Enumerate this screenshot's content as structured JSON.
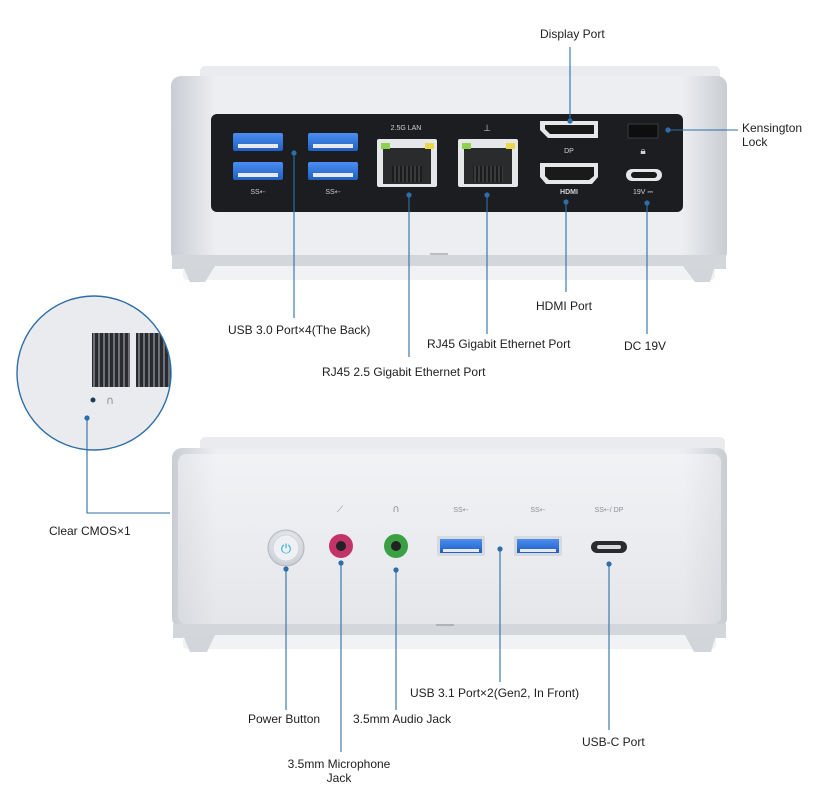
{
  "labels": {
    "display_port": "Display Port",
    "kensington_lock": "Kensington\nLock",
    "usb30_back": "USB 3.0 Port×4(The Back)",
    "rj45_25": "RJ45 2.5 Gigabit Ethernet Port",
    "rj45_gigabit": "RJ45 Gigabit Ethernet Port",
    "hdmi_port": "HDMI Port",
    "dc_19v": "DC 19V",
    "clear_cmos": "Clear CMOS×1",
    "power_button": "Power Button",
    "mic_jack": "3.5mm Microphone\nJack",
    "audio_jack": "3.5mm Audio Jack",
    "usb31_front": "USB 3.1 Port×2(Gen2, In Front)",
    "usbc_port": "USB-C Port"
  },
  "port_markings": {
    "ss_usb": "SS⇠",
    "lan_25g": "2.5G LAN",
    "dp": "DP",
    "hdmi": "HDMI",
    "dc": "19V ⎓",
    "front_ss_dp": "SS⇠/ DP"
  },
  "colors": {
    "leader_line": "#2d6ea8",
    "usb_blue": "#2f6fd0",
    "mic_pink": "#c23468",
    "audio_green": "#3aa043",
    "power_cyan": "#1fa9d8",
    "panel_black": "#1c1d20"
  }
}
